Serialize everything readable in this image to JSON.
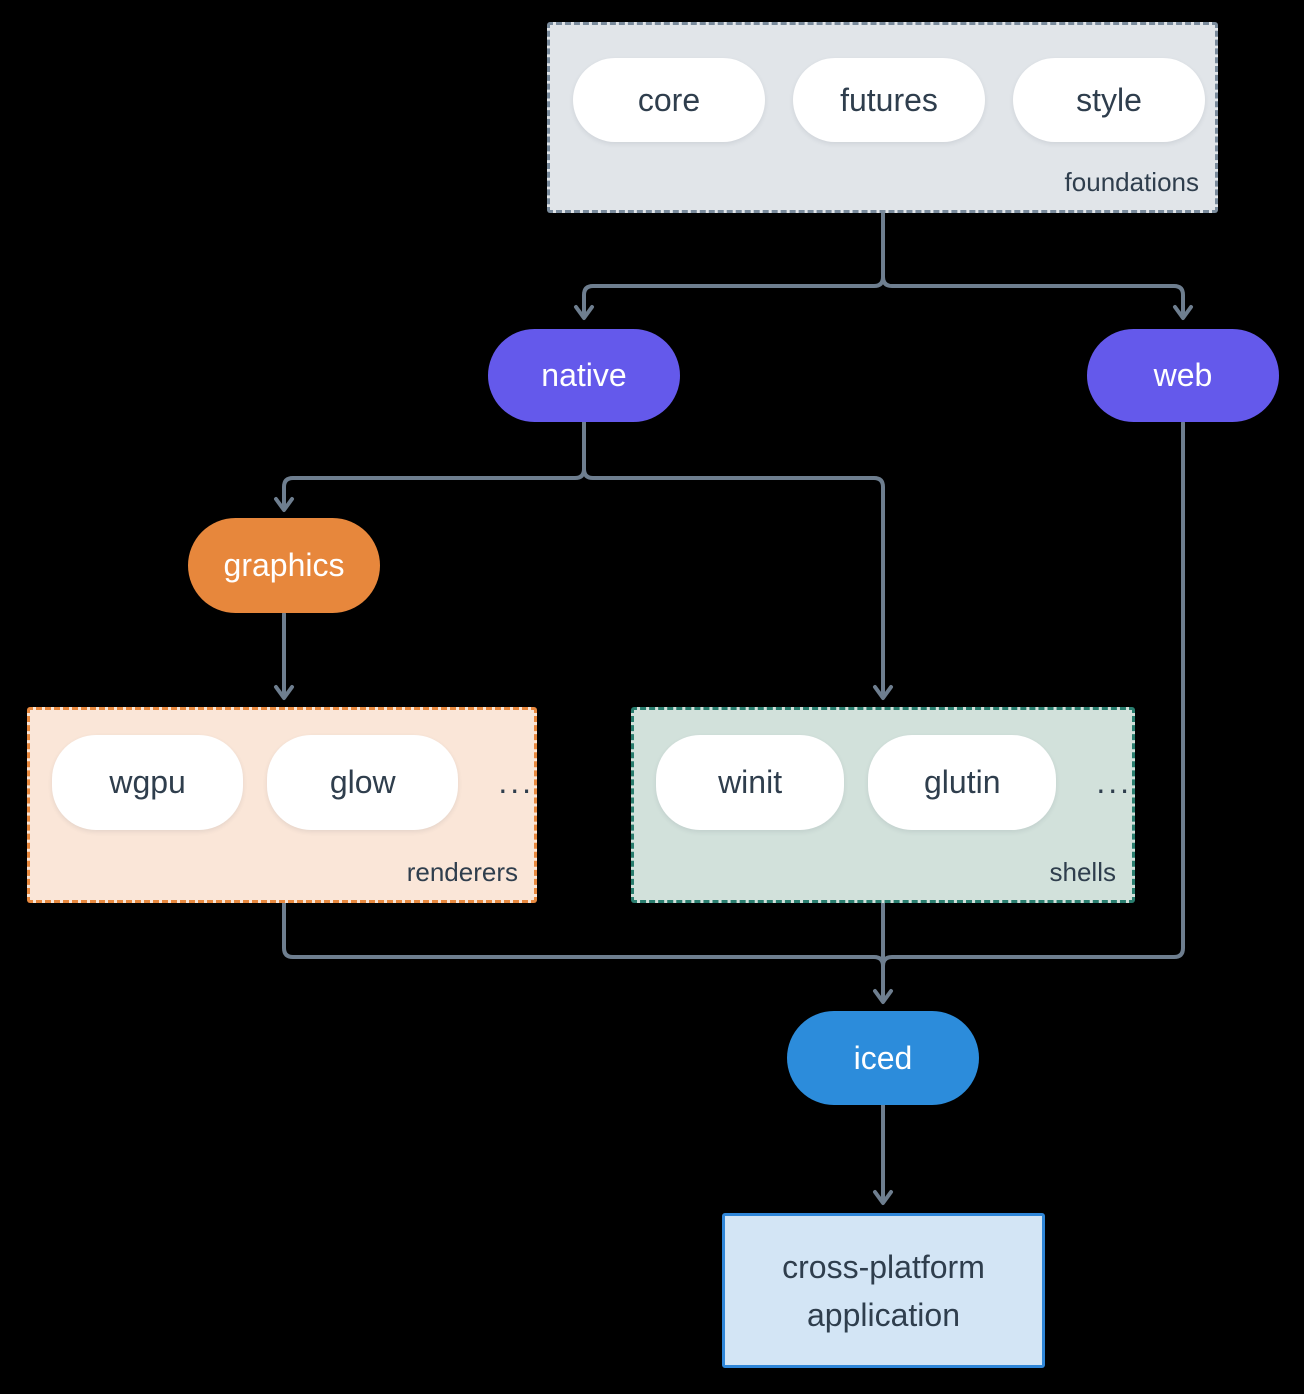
{
  "colors": {
    "background": "#000000",
    "arrow": "#6E7E8F",
    "text_dark": "#2F3E4D",
    "purple": "#6459EB",
    "orange": "#E7873C",
    "blue": "#2C8CDB",
    "foundations_fill": "#E1E5E9",
    "foundations_border": "#7A8B9C",
    "renderers_fill": "#FAE6D8",
    "renderers_border": "#E8893F",
    "shells_fill": "#D2E1DB",
    "shells_border": "#2A7E6F",
    "application_fill": "#D3E5F5",
    "application_border": "#2F86D8"
  },
  "groups": {
    "foundations": {
      "label": "foundations",
      "pills": [
        "core",
        "futures",
        "style"
      ]
    },
    "renderers": {
      "label": "renderers",
      "pills": [
        "wgpu",
        "glow"
      ],
      "more": "..."
    },
    "shells": {
      "label": "shells",
      "pills": [
        "winit",
        "glutin"
      ],
      "more": "..."
    }
  },
  "nodes": {
    "native": {
      "label": "native"
    },
    "web": {
      "label": "web"
    },
    "graphics": {
      "label": "graphics"
    },
    "iced": {
      "label": "iced"
    },
    "application": {
      "label": "cross-platform application"
    }
  }
}
